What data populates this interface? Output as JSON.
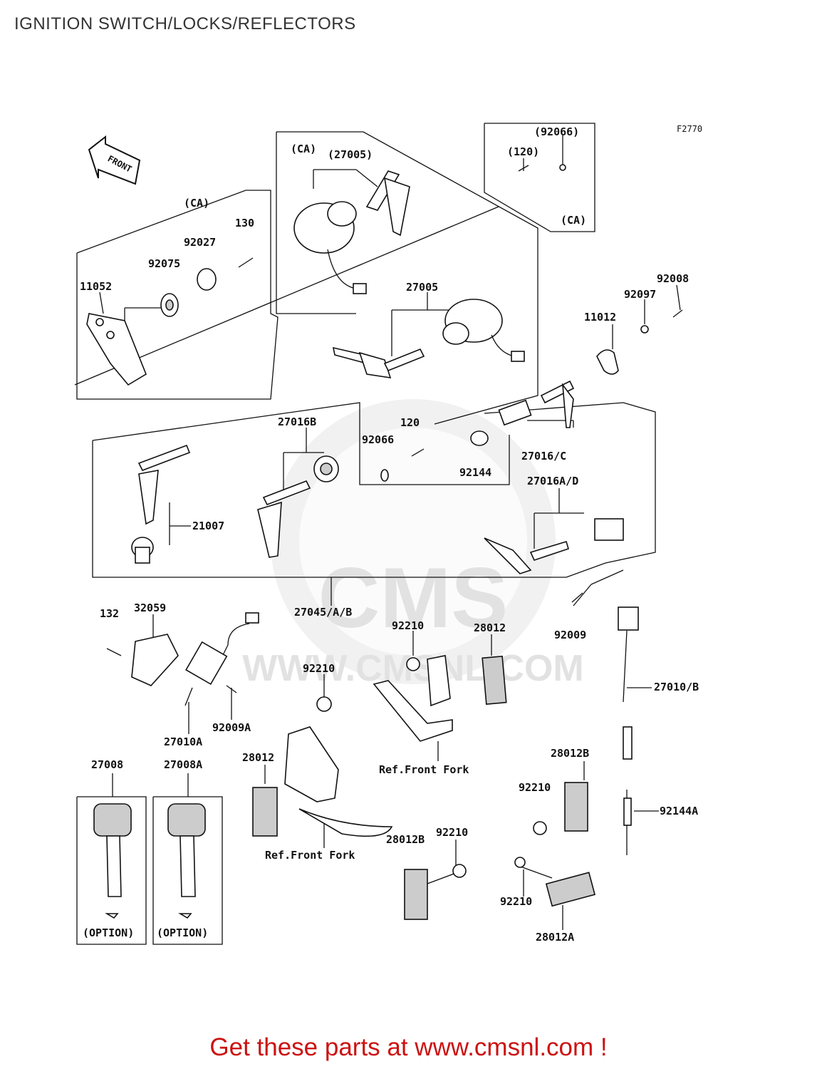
{
  "page": {
    "title": "IGNITION SWITCH/LOCKS/REFLECTORS",
    "footer": "Get these parts at www.cmsnl.com !"
  },
  "diagram": {
    "figure_code": "F2770",
    "front_arrow": "FRONT",
    "watermark": "WWW.CMSNL.COM",
    "watermark_logo": "CMS",
    "labels": {
      "ca_left": "(CA)",
      "ca_top": "(CA)",
      "ca_right": "(CA)",
      "p27005_paren": "(27005)",
      "p92066_paren": "(92066)",
      "p120_paren": "(120)",
      "p130": "130",
      "p92027": "92027",
      "p92075": "92075",
      "p11052": "11052",
      "p27005": "27005",
      "p92008": "92008",
      "p92097": "92097",
      "p11012": "11012",
      "p27016B": "27016B",
      "p120": "120",
      "p92066": "92066",
      "p92144": "92144",
      "p27016C": "27016/C",
      "p27016AD": "27016A/D",
      "p21007": "21007",
      "p27045AB": "27045/A/B",
      "p132": "132",
      "p32059": "32059",
      "p92210_a": "92210",
      "p28012_a": "28012",
      "p92009": "92009",
      "p92210_b": "92210",
      "p27010B": "27010/B",
      "p92009A": "92009A",
      "p27010A": "27010A",
      "ref_front_fork_a": "Ref.Front Fork",
      "p27008": "27008",
      "p27008A": "27008A",
      "p28012_b": "28012",
      "p28012B_a": "28012B",
      "p92210_c": "92210",
      "p92144A": "92144A",
      "ref_front_fork_b": "Ref.Front Fork",
      "p28012B_b": "28012B",
      "p92210_d": "92210",
      "p92210_e": "92210",
      "p28012A": "28012A",
      "option_a": "(OPTION)",
      "option_b": "(OPTION)"
    }
  }
}
